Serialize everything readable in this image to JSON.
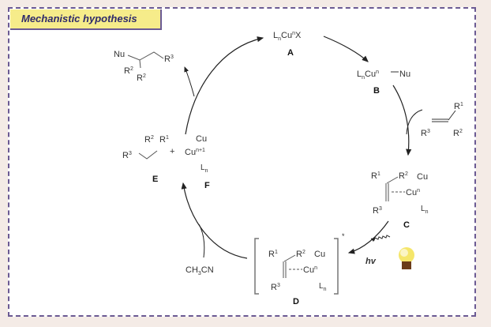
{
  "title": "Mechanistic hypothesis",
  "species": {
    "A": {
      "label": "A",
      "formula_parts": [
        "L",
        "n",
        "Cu",
        "n",
        "X"
      ]
    },
    "B": {
      "label": "B",
      "formula_parts": [
        "L",
        "n",
        "Cu",
        "n",
        "Nu"
      ]
    },
    "C": {
      "label": "C"
    },
    "D": {
      "label": "D",
      "excited_mark": "*"
    },
    "E": {
      "label": "E"
    },
    "F": {
      "label": "F"
    }
  },
  "substituents": {
    "R1": "R",
    "R1_sup": "1",
    "R2": "R",
    "R2_sup": "2",
    "R3": "R",
    "R3_sup": "3",
    "Nu": "Nu",
    "Cu": "Cu",
    "Ln": "L",
    "Ln_sub": "n",
    "cu_n_sup": "n",
    "cu_n1_sup": "n+1"
  },
  "reagents": {
    "solvent": "CH3CN",
    "solvent_parts": [
      "CH",
      "3",
      "CN"
    ],
    "light": "hv"
  },
  "plus": "+",
  "icons": {
    "light": "light-bulb-icon"
  },
  "colors": {
    "frame": "#6b5a93",
    "title_bg": "#f6ec8a",
    "title_text": "#2e2a6b",
    "bulb": "#f5e66a",
    "bulb_base": "#6b3c1a"
  }
}
